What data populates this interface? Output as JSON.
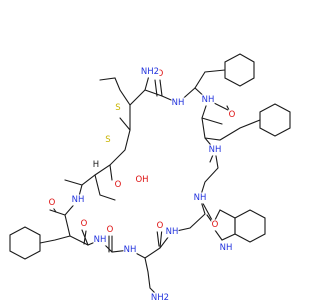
{
  "colors": {
    "bond": "#1a1a1a",
    "carbon_text": "#1a1a1a",
    "nitrogen": "#2233dd",
    "oxygen": "#dd1111",
    "sulfur": "#c8b400"
  },
  "atom_labels": {
    "o1": "O",
    "o2": "O",
    "o3": "O",
    "o4": "O",
    "o5": "O",
    "o6": "O",
    "o7": "O",
    "o8": "O",
    "oh": "OH",
    "nh1": "NH",
    "nh2": "NH",
    "nh3": "NH",
    "nh4": "NH",
    "nh5": "NH",
    "nh6": "NH",
    "nh7": "NH",
    "nh8": "NH",
    "nh_indole": "NH",
    "nh2a": "NH2",
    "nh2b": "NH2",
    "s1": "S",
    "s2": "S",
    "h1": "H"
  }
}
